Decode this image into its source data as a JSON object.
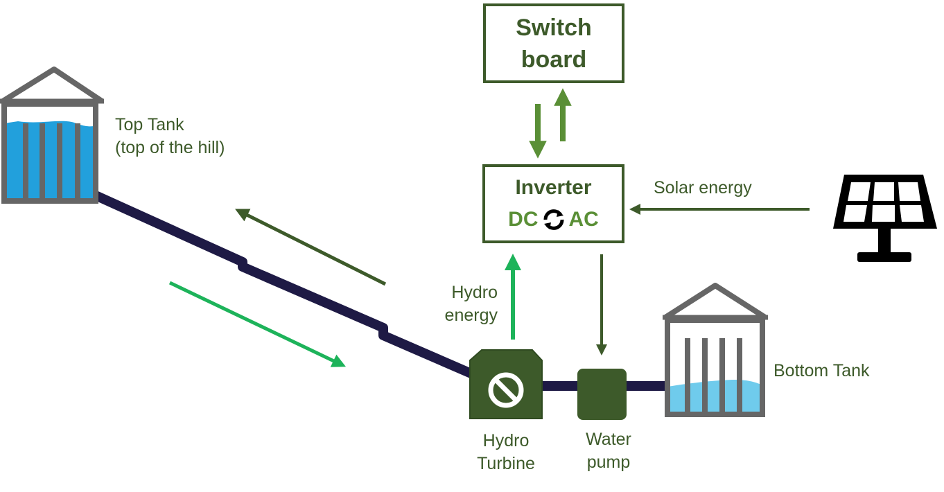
{
  "switchboard": {
    "line1": "Switch",
    "line2": "board"
  },
  "inverter": {
    "title": "Inverter",
    "dc": "DC",
    "ac": "AC"
  },
  "labels": {
    "top_tank_line1": "Top Tank",
    "top_tank_line2": "(top of the hill)",
    "bottom_tank": "Bottom Tank",
    "solar_energy": "Solar energy",
    "hydro_energy_line1": "Hydro",
    "hydro_energy_line2": "energy",
    "turbine_line1": "Hydro",
    "turbine_line2": "Turbine",
    "pump_line1": "Water",
    "pump_line2": "pump"
  },
  "colors": {
    "dark_green": "#3d5a2a",
    "mid_green": "#5a8f36",
    "bright_green": "#1db35a",
    "pipe": "#1e1a45",
    "tank_frame": "#666666",
    "water_top": "#22a0dc",
    "water_bottom": "#6fcbec"
  },
  "icons": {
    "top_tank": "water-tank-icon",
    "bottom_tank": "water-tank-icon",
    "solar_panel": "solar-panel-icon",
    "turbine": "turbine-icon",
    "pump": "water-pump-icon",
    "converter": "refresh-cycle-icon"
  }
}
